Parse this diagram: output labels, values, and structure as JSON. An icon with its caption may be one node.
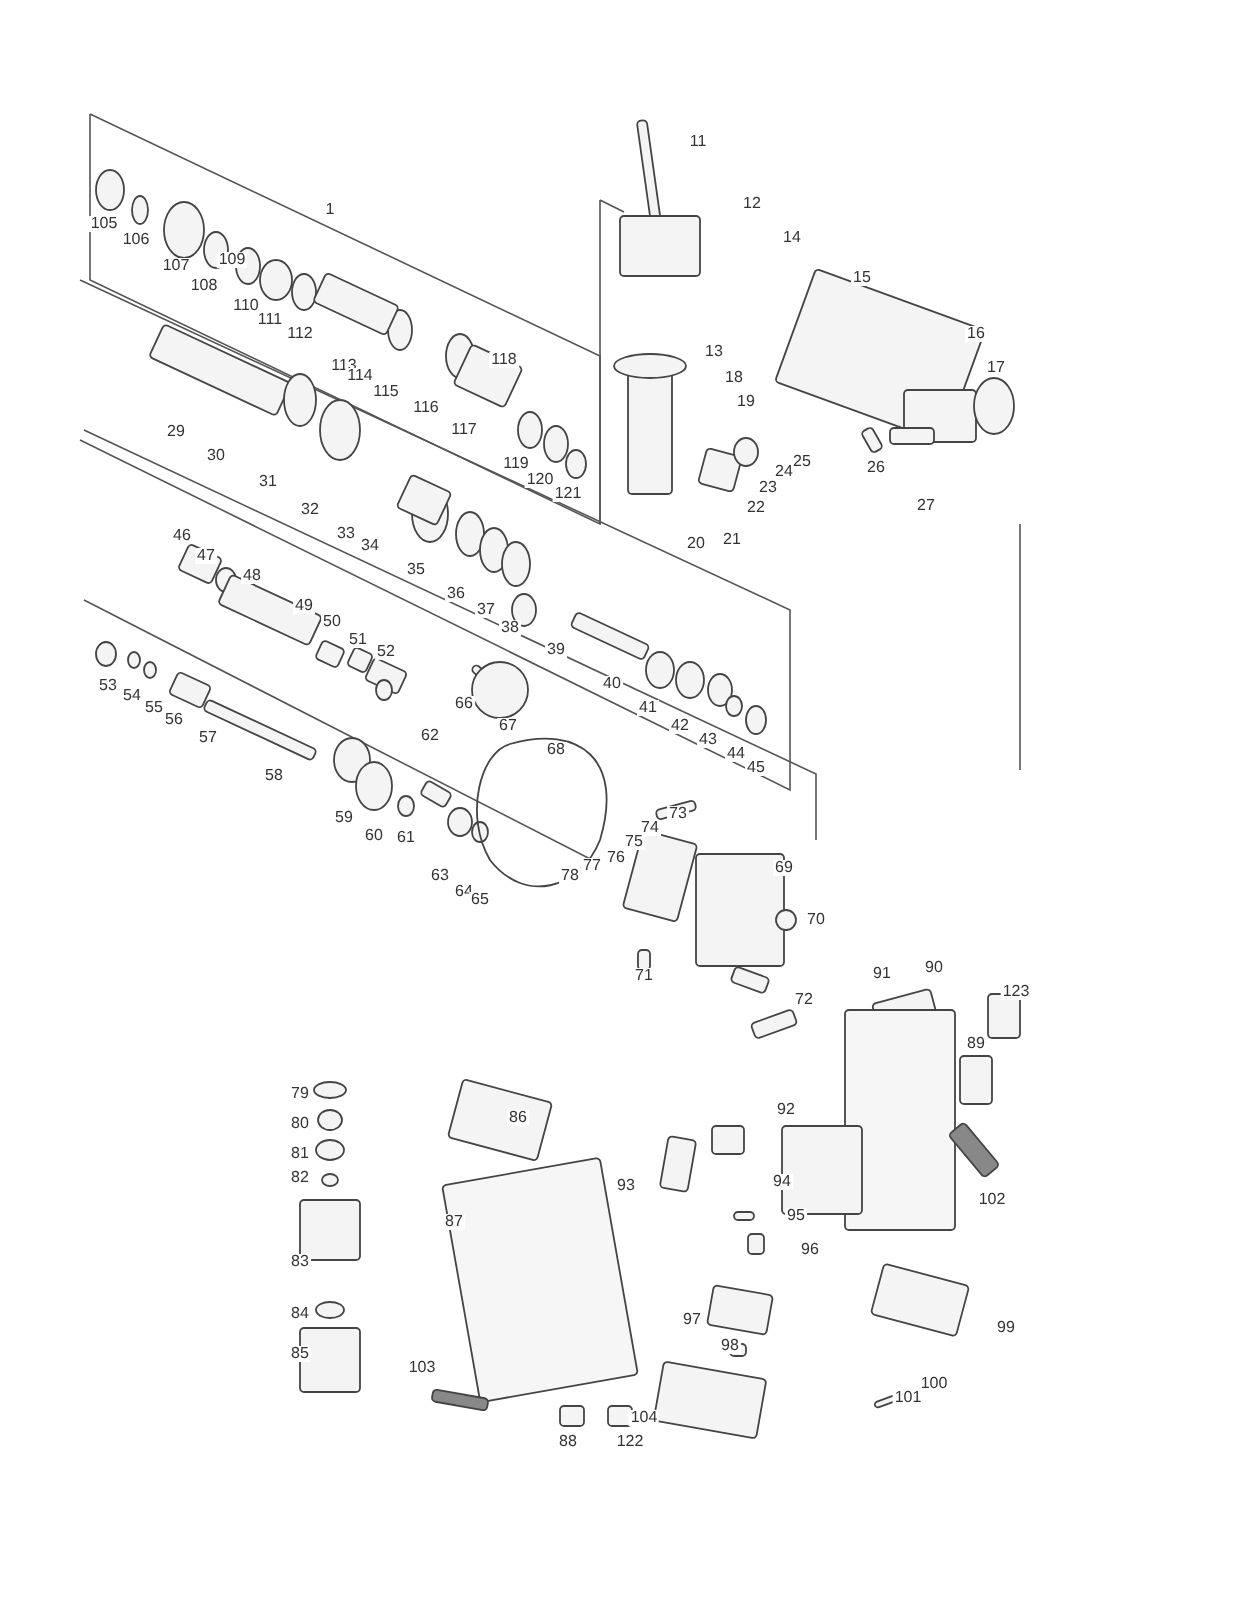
{
  "diagram": {
    "labels": [
      "105",
      "106",
      "107",
      "108",
      "109",
      "110",
      "111",
      "112",
      "1",
      "113",
      "114",
      "115",
      "116",
      "117",
      "118",
      "119",
      "120",
      "121",
      "11",
      "12",
      "14",
      "15",
      "16",
      "17",
      "29",
      "30",
      "31",
      "32",
      "33",
      "34",
      "20",
      "21",
      "35",
      "36",
      "37",
      "38",
      "13",
      "18",
      "19",
      "22",
      "23",
      "24",
      "25",
      "26",
      "27",
      "46",
      "47",
      "48",
      "49",
      "50",
      "51",
      "52",
      "39",
      "40",
      "41",
      "42",
      "43",
      "44",
      "45",
      "53",
      "54",
      "55",
      "56",
      "57",
      "58",
      "59",
      "60",
      "61",
      "62",
      "63",
      "64",
      "65",
      "66",
      "67",
      "68",
      "73",
      "74",
      "75",
      "76",
      "77",
      "78",
      "69",
      "70",
      "71",
      "72",
      "90",
      "91",
      "123",
      "89",
      "92",
      "102",
      "79",
      "80",
      "81",
      "82",
      "83",
      "84",
      "85",
      "86",
      "87",
      "93",
      "94",
      "95",
      "96",
      "97",
      "98",
      "99",
      "100",
      "101",
      "103",
      "104",
      "88",
      "122"
    ]
  }
}
